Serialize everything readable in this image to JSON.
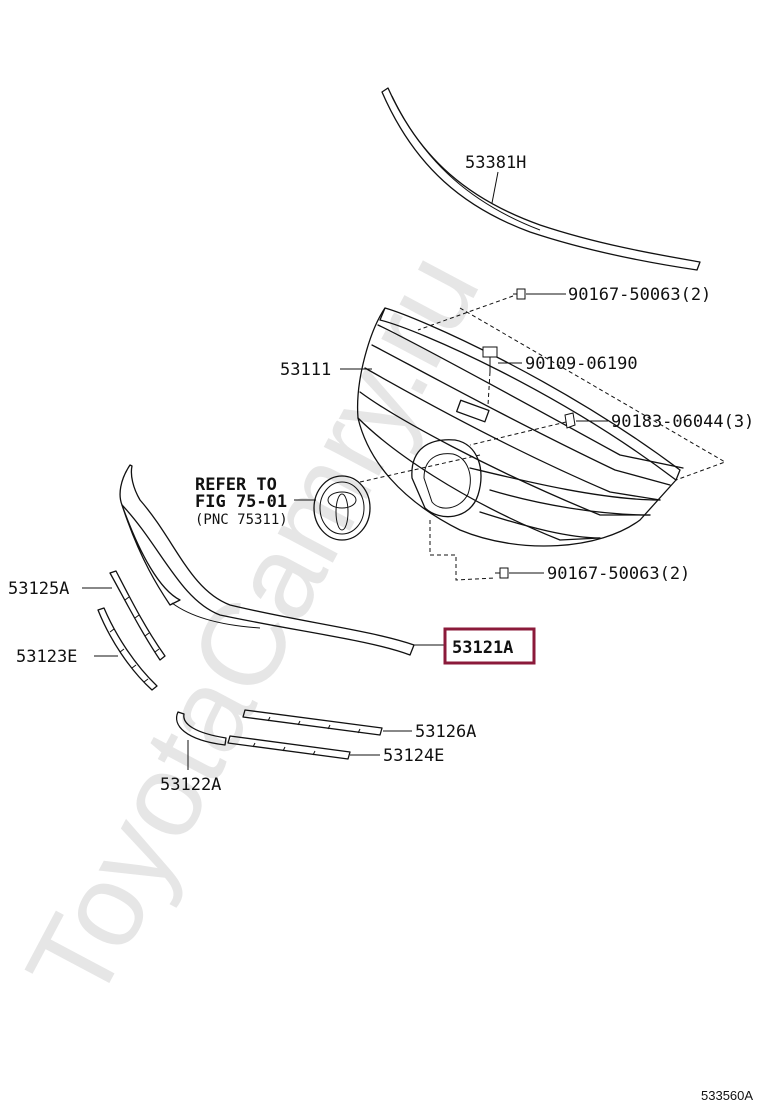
{
  "watermark": "ToyotaCamry.ru",
  "figure_id": "533560A",
  "highlight_color": "#8b1a3a",
  "labels": {
    "p53381H": "53381H",
    "p90167_top": "90167-50063(2)",
    "p53111": "53111",
    "p90109": "90109-06190",
    "p90183": "90183-06044(3)",
    "refer_line1": "REFER TO",
    "refer_line2": "FIG 75-01",
    "refer_line3": "(PNC 75311)",
    "p90167_bottom": "90167-50063(2)",
    "p53125A": "53125A",
    "p53121A": "53121A",
    "p53123E": "53123E",
    "p53126A": "53126A",
    "p53124E": "53124E",
    "p53122A": "53122A"
  }
}
